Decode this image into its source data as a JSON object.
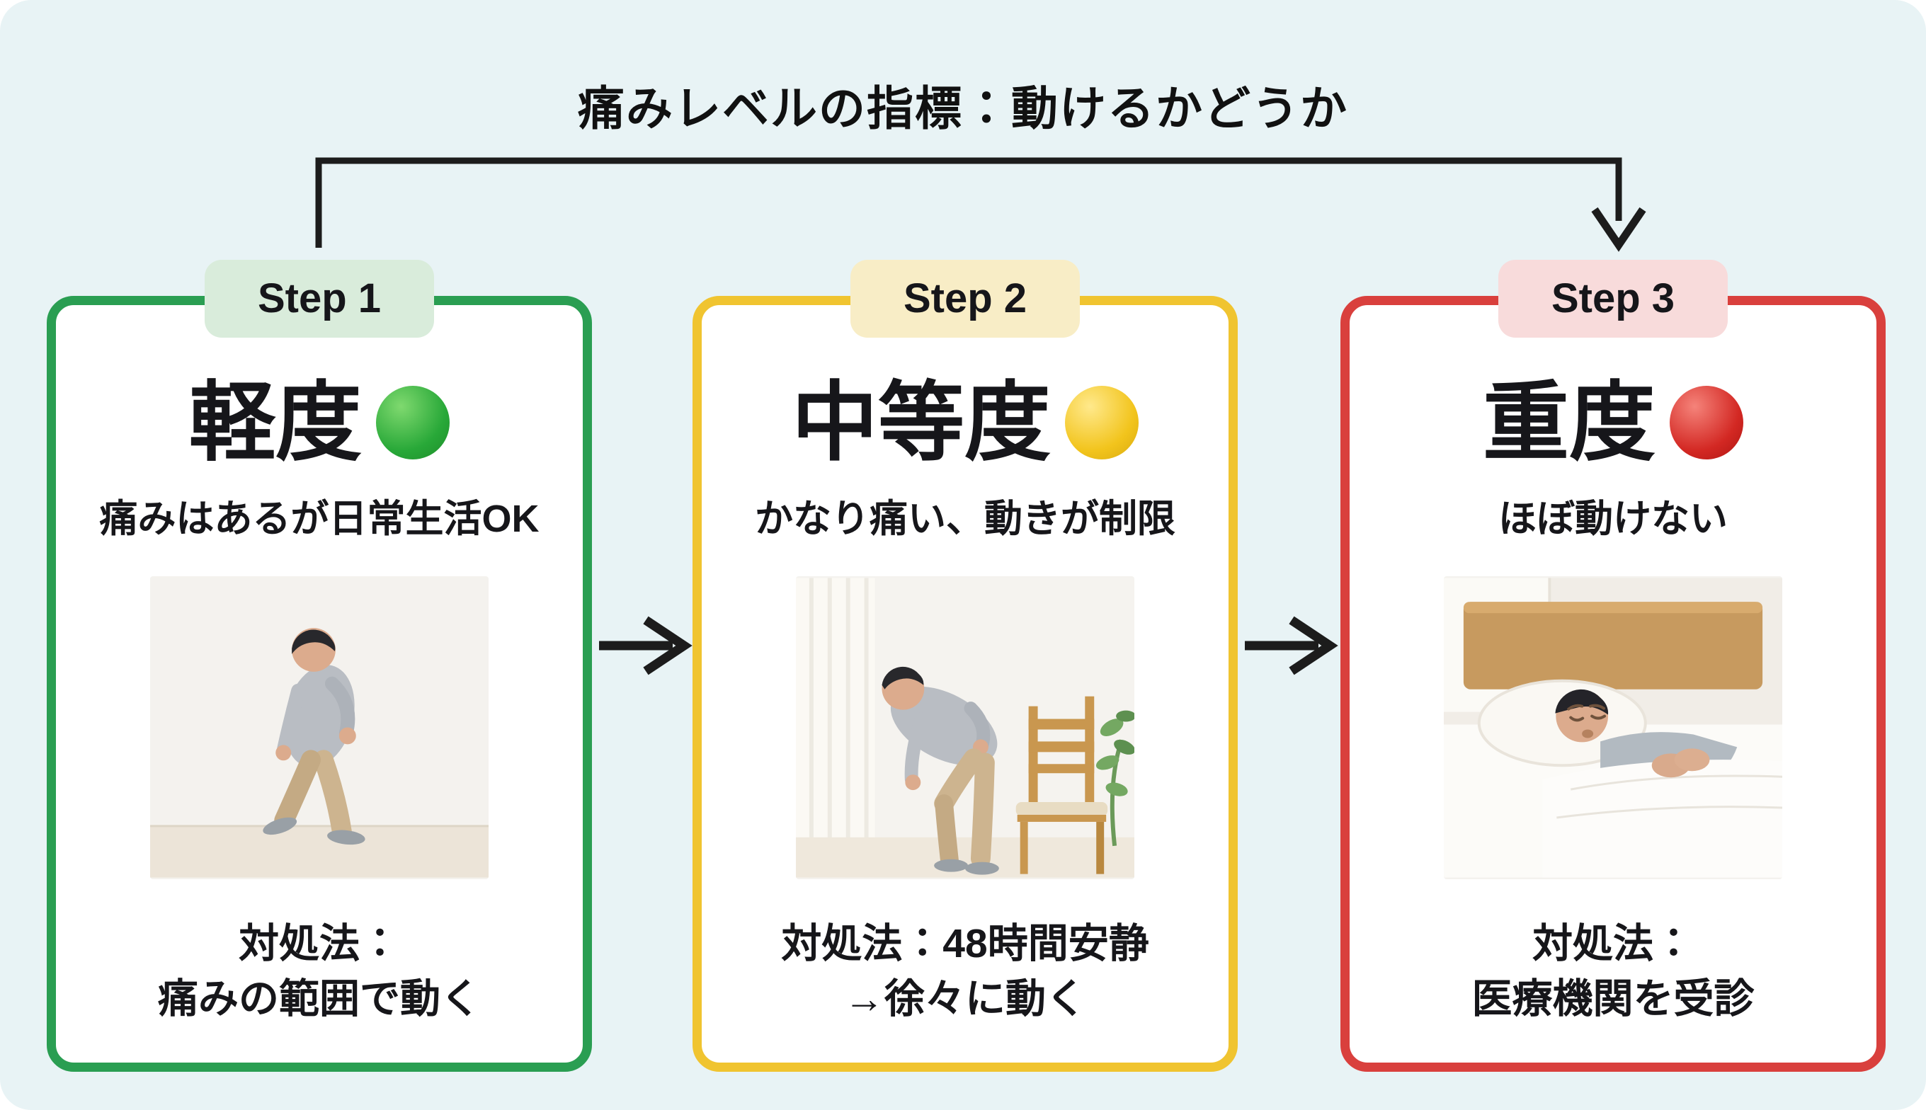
{
  "page_title": "痛みレベルの指標：動けるかどうか",
  "colors": {
    "background": "#e8f3f5",
    "flow_line": "#1c1c1c",
    "step1_border": "#2a9e52",
    "step1_badge_bg": "#d9ecdb",
    "step1_circle": "#23a437",
    "step2_border": "#f0c430",
    "step2_badge_bg": "#f8edc6",
    "step2_circle": "#f2c41c",
    "step3_border": "#d9403d",
    "step3_badge_bg": "#f8dbdb",
    "step3_circle": "#d32823"
  },
  "cards": [
    {
      "step_label": "Step 1",
      "severity": "軽度",
      "status_icon": "green-circle",
      "description": "痛みはあるが日常生活OK",
      "image_alt": "腰に手を当てながら歩く男性の写真",
      "treatment_line1": "対処法：",
      "treatment_line2": "痛みの範囲で動く"
    },
    {
      "step_label": "Step 2",
      "severity": "中等度",
      "status_icon": "yellow-circle",
      "description": "かなり痛い、動きが制限",
      "image_alt": "腰を押さえて前かがみになる男性と木の椅子の写真",
      "treatment_line1": "対処法：48時間安静",
      "treatment_line2": "→徐々に動く"
    },
    {
      "step_label": "Step 3",
      "severity": "重度",
      "status_icon": "red-circle",
      "description": "ほぼ動けない",
      "image_alt": "ベッドで苦しそうに横になる男性の写真",
      "treatment_line1": "対処法：",
      "treatment_line2": "医療機関を受診"
    }
  ]
}
